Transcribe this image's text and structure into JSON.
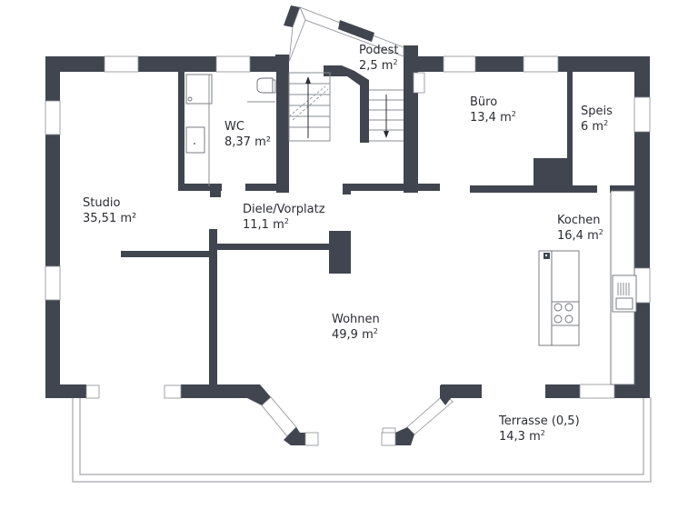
{
  "floor_plan": {
    "colors": {
      "wall": "#41454f",
      "background": "#ffffff",
      "fixture_line": "#8a8d93",
      "text": "#2b2d33"
    },
    "rooms": [
      {
        "id": "podest",
        "name": "Podest",
        "area": "2,5 m",
        "unit_sup": "2"
      },
      {
        "id": "wc",
        "name": "WC",
        "area": "8,37 m²",
        "unit_sup": ""
      },
      {
        "id": "buero",
        "name": "Büro",
        "area": "13,4 m",
        "unit_sup": "2"
      },
      {
        "id": "speis",
        "name": "Speis",
        "area": "6 m",
        "unit_sup": "2"
      },
      {
        "id": "studio",
        "name": "Studio",
        "area": "35,51 m²",
        "unit_sup": ""
      },
      {
        "id": "diele",
        "name": "Diele/Vorplatz",
        "area": "11,1 m",
        "unit_sup": "2"
      },
      {
        "id": "kochen",
        "name": "Kochen",
        "area": "16,4 m",
        "unit_sup": "2"
      },
      {
        "id": "wohnen",
        "name": "Wohnen",
        "area": "49,9 m",
        "unit_sup": "2"
      },
      {
        "id": "terrasse",
        "name": "Terrasse (0,5)",
        "area": "14,3 m",
        "unit_sup": "2"
      }
    ],
    "fixtures": [
      "shower",
      "toilet",
      "washbasin",
      "staircase-up",
      "staircase-down",
      "kitchen-island",
      "cooktop",
      "sink",
      "kitchen-counter"
    ]
  }
}
